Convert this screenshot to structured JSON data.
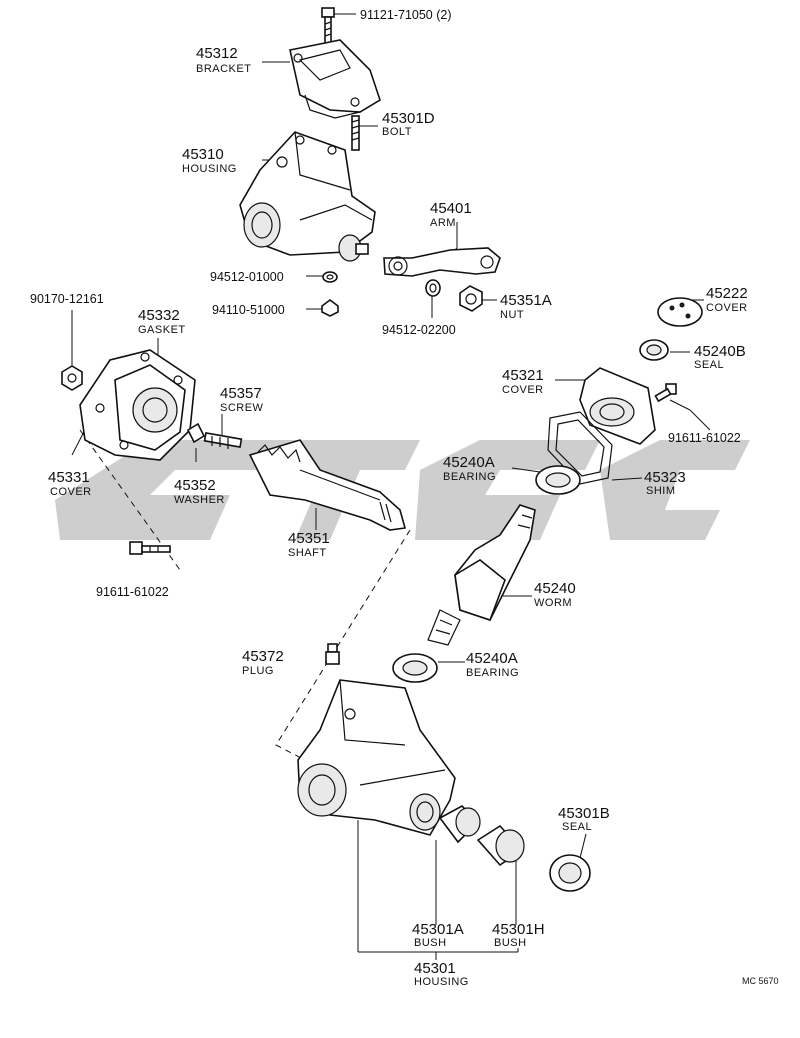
{
  "diagram": {
    "drawing_code": "MC 5670",
    "parts": [
      {
        "id": "p91121",
        "number": "91121-71050 (2)",
        "name": ""
      },
      {
        "id": "p45312",
        "number": "45312",
        "name": "BRACKET"
      },
      {
        "id": "p45301d",
        "number": "45301D",
        "name": "BOLT"
      },
      {
        "id": "p45310",
        "number": "45310",
        "name": "HOUSING"
      },
      {
        "id": "p45401",
        "number": "45401",
        "name": "ARM"
      },
      {
        "id": "p94512a",
        "number": "94512-01000",
        "name": ""
      },
      {
        "id": "p94110",
        "number": "94110-51000",
        "name": ""
      },
      {
        "id": "p94512b",
        "number": "94512-02200",
        "name": ""
      },
      {
        "id": "p45351a",
        "number": "45351A",
        "name": "NUT"
      },
      {
        "id": "p45222",
        "number": "45222",
        "name": "COVER"
      },
      {
        "id": "p45240b",
        "number": "45240B",
        "name": "SEAL"
      },
      {
        "id": "p90170",
        "number": "90170-12161",
        "name": ""
      },
      {
        "id": "p45332",
        "number": "45332",
        "name": "GASKET"
      },
      {
        "id": "p45357",
        "number": "45357",
        "name": "SCREW"
      },
      {
        "id": "p45321",
        "number": "45321",
        "name": "COVER"
      },
      {
        "id": "p91611a",
        "number": "91611-61022",
        "name": ""
      },
      {
        "id": "p45240a1",
        "number": "45240A",
        "name": "BEARING"
      },
      {
        "id": "p45323",
        "number": "45323",
        "name": "SHIM"
      },
      {
        "id": "p45331",
        "number": "45331",
        "name": "COVER"
      },
      {
        "id": "p45352",
        "number": "45352",
        "name": "WASHER"
      },
      {
        "id": "p45351",
        "number": "45351",
        "name": "SHAFT"
      },
      {
        "id": "p91611b",
        "number": "91611-61022",
        "name": ""
      },
      {
        "id": "p45240",
        "number": "45240",
        "name": "WORM"
      },
      {
        "id": "p45372",
        "number": "45372",
        "name": "PLUG"
      },
      {
        "id": "p45240a2",
        "number": "45240A",
        "name": "BEARING"
      },
      {
        "id": "p45301b",
        "number": "45301B",
        "name": "SEAL"
      },
      {
        "id": "p45301a",
        "number": "45301A",
        "name": "BUSH"
      },
      {
        "id": "p45301h",
        "number": "45301H",
        "name": "BUSH"
      },
      {
        "id": "p45301",
        "number": "45301",
        "name": "HOUSING"
      }
    ]
  }
}
